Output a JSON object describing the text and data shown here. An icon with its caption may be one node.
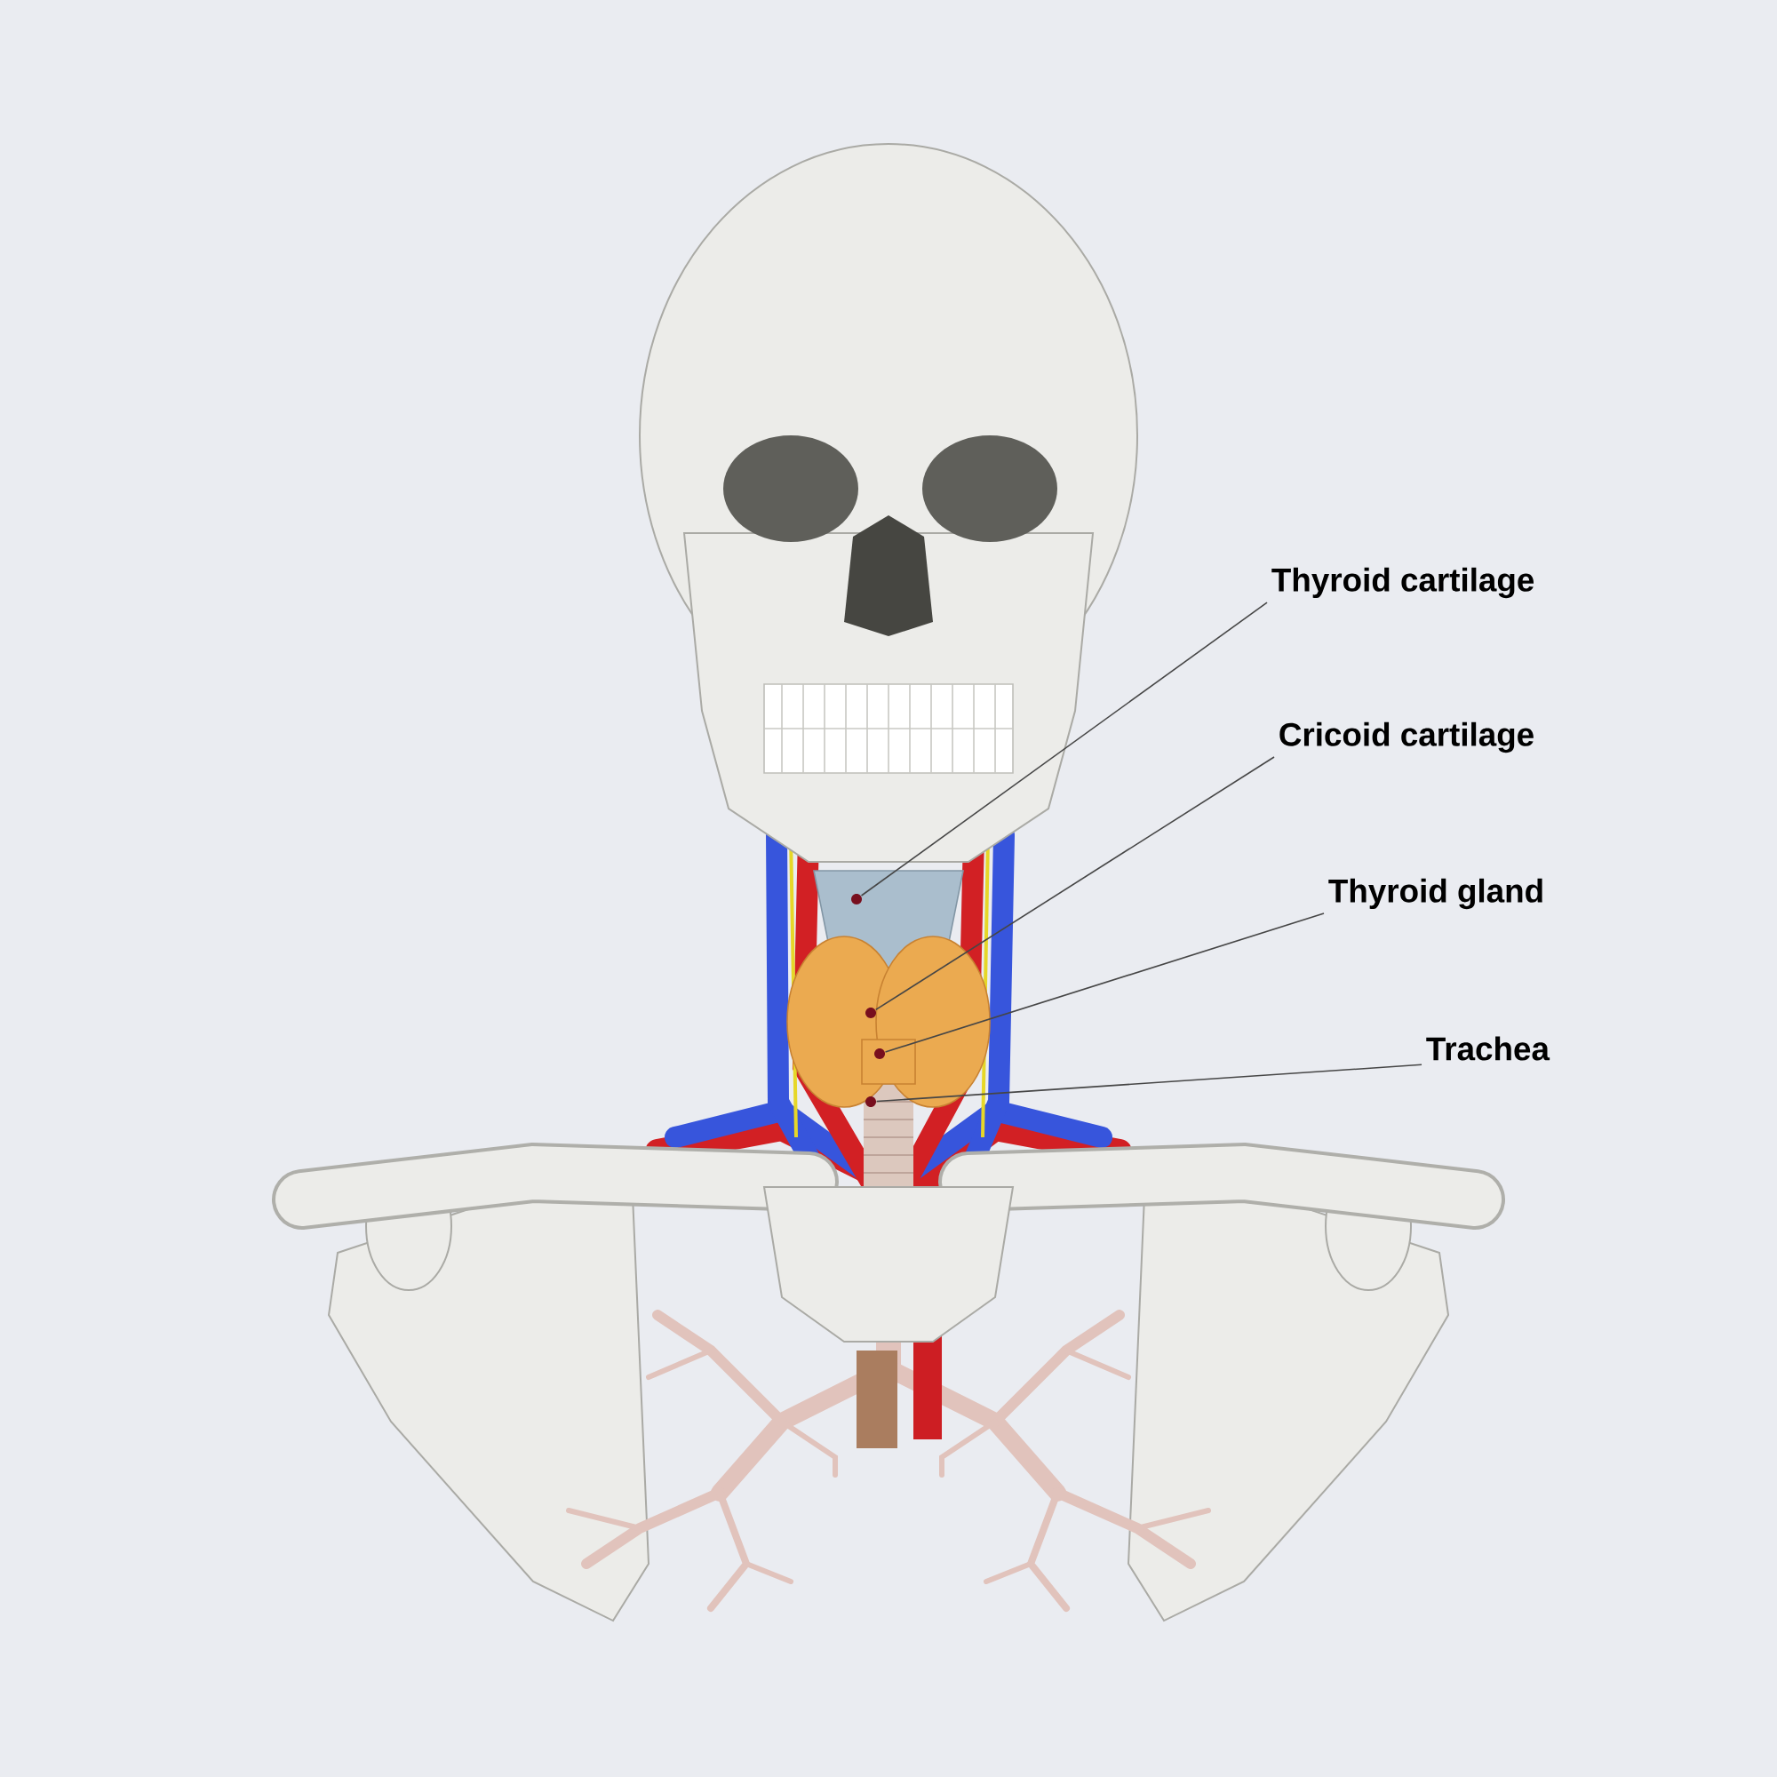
{
  "diagram": {
    "nodes": [
      {
        "text": [
          "Thyroid cartilage"
        ]
      },
      {
        "text": [
          "Cricoid cartilage"
        ]
      },
      {
        "text": [
          "Thyroid gland"
        ]
      },
      {
        "text": [
          "Trachea"
        ]
      },
      {
        "text": [],
        "shape": "circle"
      },
      {
        "text": [],
        "shape": "circle"
      },
      {
        "text": [],
        "shape": "circle"
      },
      {
        "text": [],
        "shape": "circle"
      }
    ],
    "edges": [
      {
        "from": 0,
        "to": 4,
        "arrow": "none"
      },
      {
        "from": 1,
        "to": 5,
        "arrow": "none"
      },
      {
        "from": 2,
        "to": 6,
        "arrow": "none"
      },
      {
        "from": 3,
        "to": 7,
        "arrow": "none"
      }
    ]
  }
}
